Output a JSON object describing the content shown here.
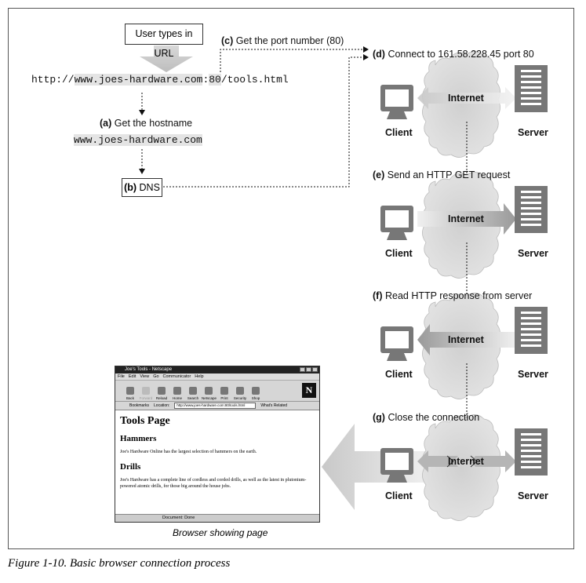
{
  "top": {
    "user_types": "User types in URL",
    "url_prefix": "http://",
    "url_host": "www.joes-hardware.com",
    "url_sep": ":",
    "url_port": "80",
    "url_path": "/tools.html",
    "step_a_letter": "(a)",
    "step_a_text": "Get the hostname",
    "hostname": "www.joes-hardware.com",
    "step_b_letter": "(b)",
    "step_b_text": "DNS",
    "step_c_letter": "(c)",
    "step_c_text": "Get the port number (80)"
  },
  "steps": [
    {
      "letter": "(d)",
      "text": "Connect to 161.58.228.45 port 80"
    },
    {
      "letter": "(e)",
      "text": "Send an HTTP GET request"
    },
    {
      "letter": "(f)",
      "text": "Read HTTP response from server"
    },
    {
      "letter": "(g)",
      "text": "Close the connection"
    }
  ],
  "labels": {
    "client": "Client",
    "server": "Server",
    "internet": "Internet"
  },
  "browser": {
    "title": "Joe's Tools - Netscape",
    "menu": [
      "File",
      "Edit",
      "View",
      "Go",
      "Communicator",
      "Help"
    ],
    "toolbar": [
      "Back",
      "Forward",
      "Reload",
      "Home",
      "Search",
      "Netscape",
      "Print",
      "Security",
      "Shop"
    ],
    "logo": "N",
    "bookmarks": "Bookmarks",
    "location_label": "Location:",
    "location_url": "http://www.joes-hardware.com:80/tools.html",
    "whats_related": "What's Related",
    "heading": "Tools Page",
    "section1": "Hammers",
    "para1": "Joe's Hardware Online has the largest selection of hammers on the earth.",
    "section2": "Drills",
    "para2": "Joe's Hardware has a complete line of cordless and corded drills, as well as the latest in plutonium-powered atomic drills, for those big around the house jobs.",
    "status": "Document: Done"
  },
  "browser_caption": "Browser showing page",
  "figure_caption": "Figure 1-10. Basic browser connection process"
}
